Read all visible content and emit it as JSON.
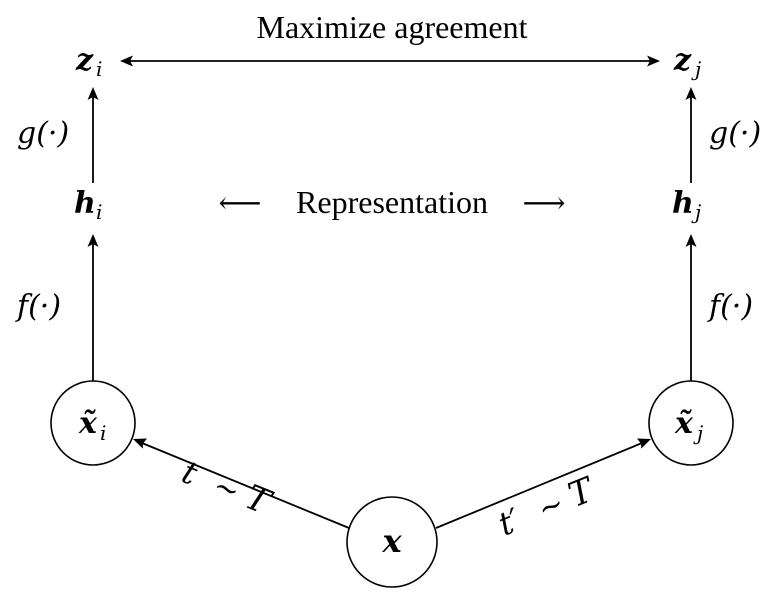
{
  "labels": {
    "top": "Maximize agreement",
    "middle": "Representation",
    "left_arrow_glyph": "⟵",
    "right_arrow_glyph": "⟶"
  },
  "nodes": {
    "zi": {
      "base": "z",
      "sub": "i"
    },
    "zj": {
      "base": "z",
      "sub": "j"
    },
    "hi": {
      "base": "h",
      "sub": "i"
    },
    "hj": {
      "base": "h",
      "sub": "j"
    },
    "xi": {
      "base": "x̃",
      "sub": "i"
    },
    "xj": {
      "base": "x̃",
      "sub": "j"
    },
    "x": {
      "base": "x"
    }
  },
  "functions": {
    "g_left": "g(·)",
    "g_right": "g(·)",
    "f_left": "f(·)",
    "f_right": "f(·)"
  },
  "edges": {
    "t_left": {
      "t": "t",
      "sim": "∼",
      "cal": "T"
    },
    "t_right": {
      "t": "t′",
      "sim": "∼",
      "cal": "T"
    }
  }
}
